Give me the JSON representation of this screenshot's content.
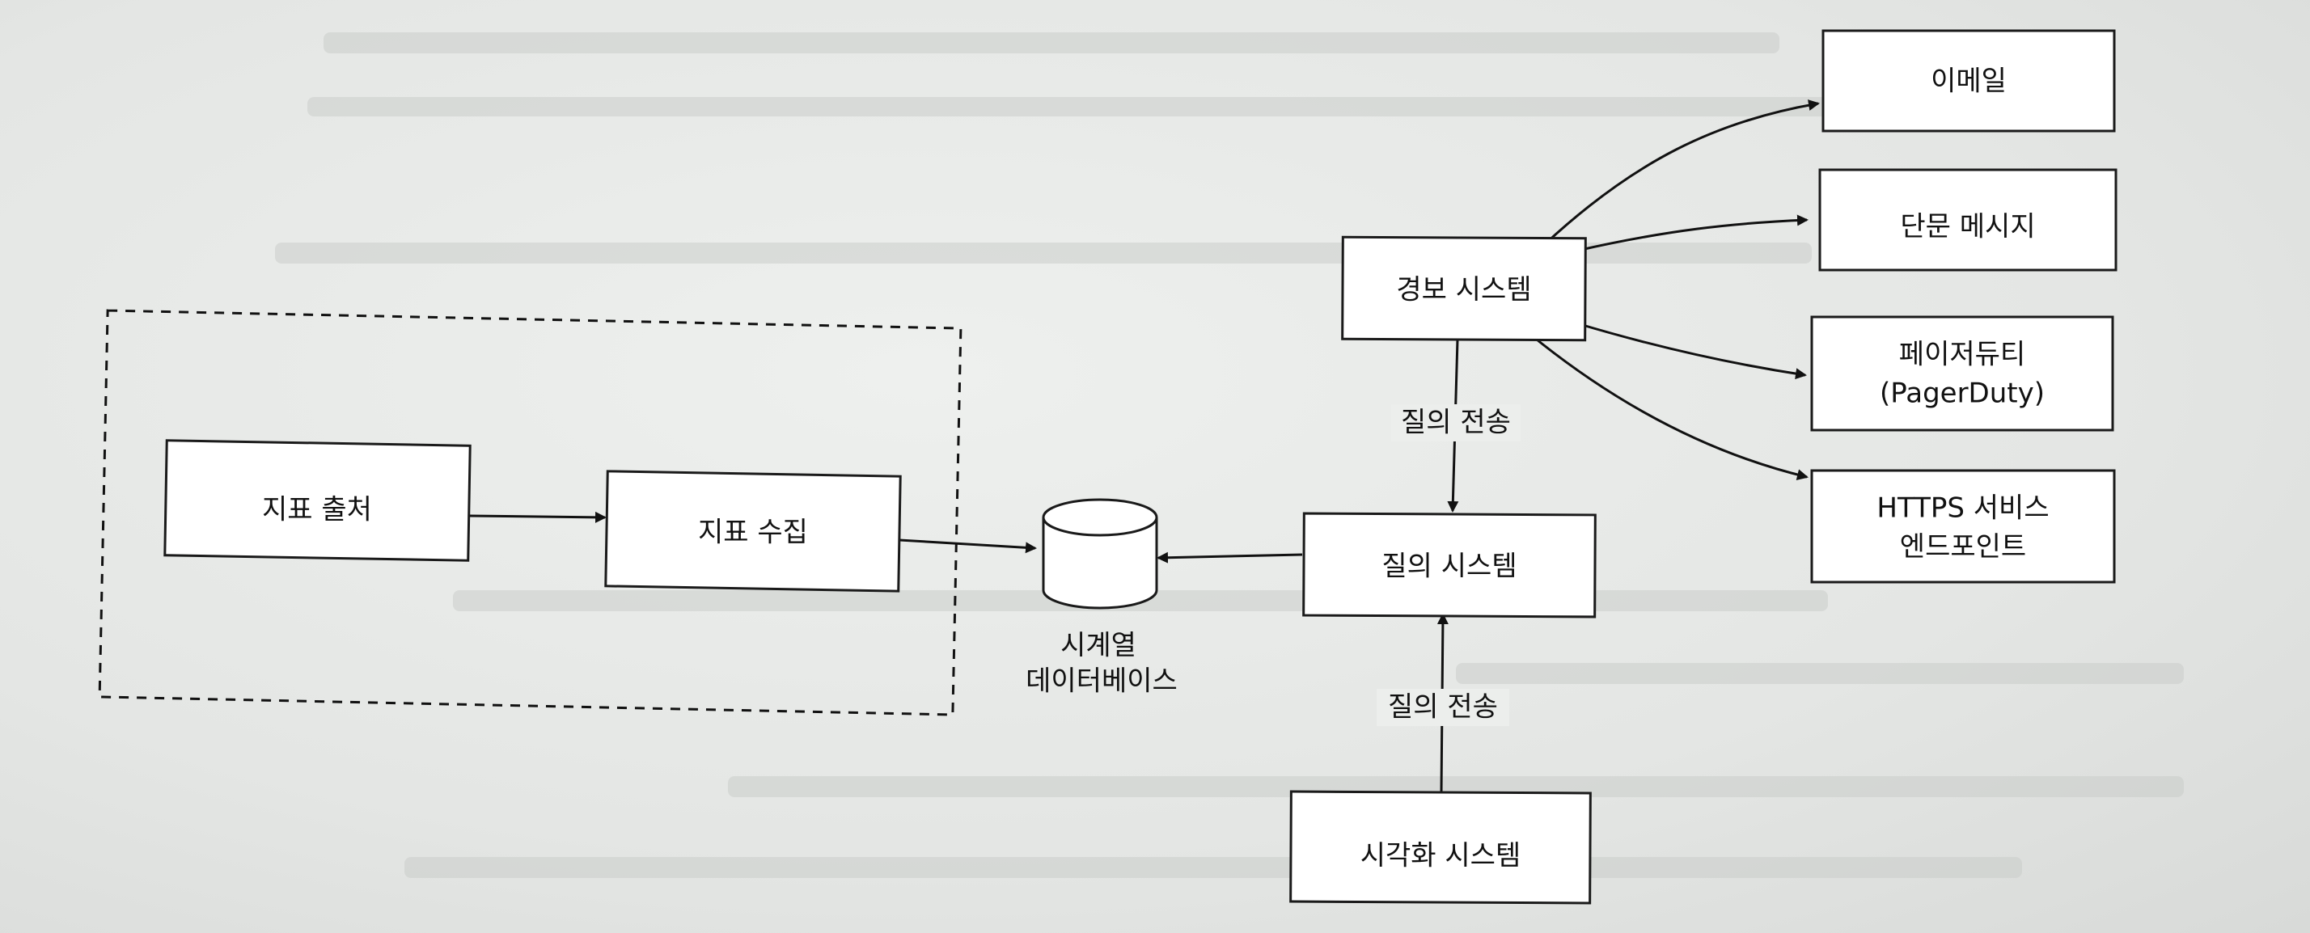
{
  "nodes": {
    "metric_source": "지표 출처",
    "metric_collect": "지표 수집",
    "tsdb_line1": "시계열",
    "tsdb_line2": "데이터베이스",
    "query_system": "질의 시스템",
    "alert_system": "경보 시스템",
    "viz_system": "시각화 시스템",
    "email": "이메일",
    "sms": "단문 메시지",
    "pagerduty_line1": "페이저듀티",
    "pagerduty_line2": "(PagerDuty)",
    "https_line1": "HTTPS 서비스",
    "https_line2": "엔드포인트"
  },
  "edges": {
    "alert_to_query": "질의 전송",
    "viz_to_query": "질의 전송"
  }
}
